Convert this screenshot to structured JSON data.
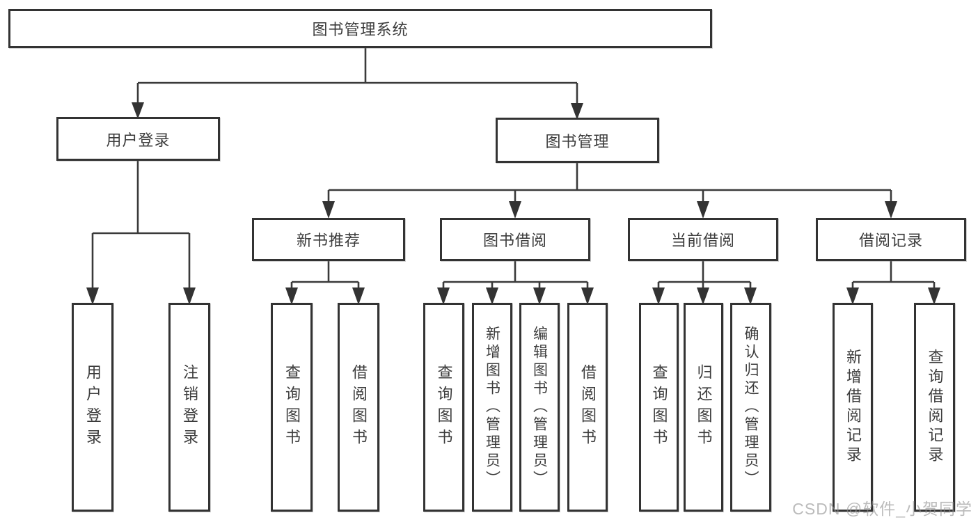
{
  "diagram": {
    "type": "hierarchy-flowchart",
    "watermark": "CSDN @软件_小贺同学",
    "colors": {
      "background": "#ffffff",
      "box_fill": "#ffffff",
      "box_border": "#333333",
      "line": "#3a3a3a",
      "text": "#3c3c3c",
      "watermark": "#919191"
    }
  },
  "tree": {
    "root": {
      "label": "图书管理系统"
    },
    "level2": [
      {
        "label": "用户登录",
        "children": [
          "用户登录",
          "注销登录"
        ]
      },
      {
        "label": "图书管理"
      }
    ],
    "level3": [
      {
        "label": "新书推荐",
        "children": [
          "查询图书",
          "借阅图书"
        ]
      },
      {
        "label": "图书借阅",
        "children": [
          "查询图书",
          "新增图书（管理员）",
          "编辑图书（管理员）",
          "借阅图书"
        ]
      },
      {
        "label": "当前借阅",
        "children": [
          "查询图书",
          "归还图书",
          "确认归还（管理员）"
        ]
      },
      {
        "label": "借阅记录",
        "children": [
          "新增借阅记录",
          "查询借阅记录"
        ]
      }
    ]
  }
}
